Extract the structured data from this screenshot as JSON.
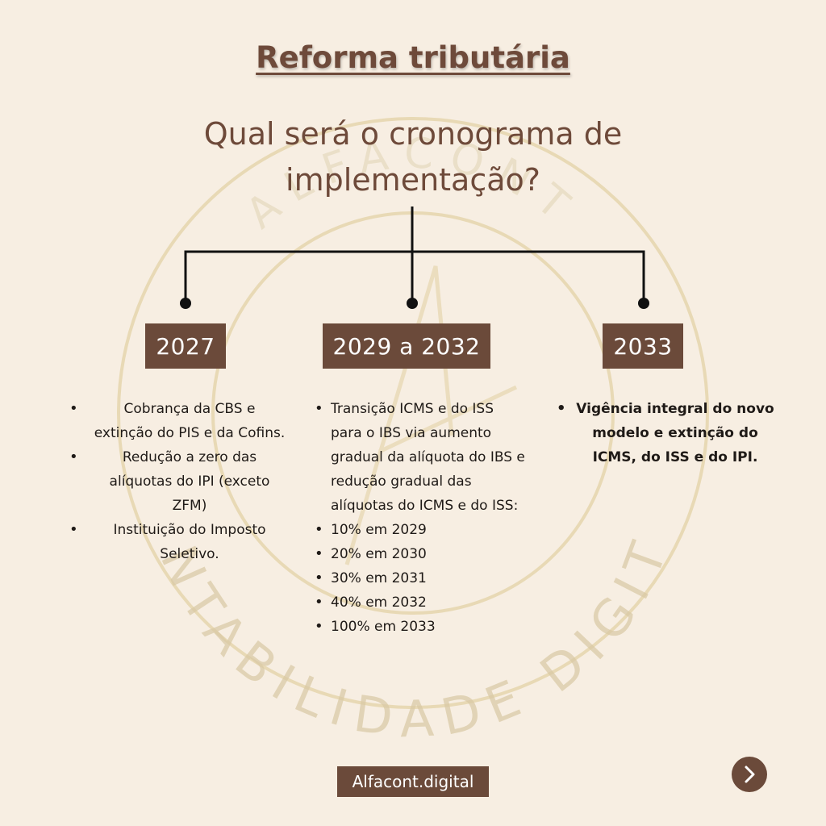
{
  "header": {
    "title": "Reforma tributária",
    "question": "Qual será o cronograma de implementação?"
  },
  "watermark": {
    "top_text": "ALFACONT",
    "bottom_text": "CONTABILIDADE DIGITAL"
  },
  "timeline": [
    {
      "label": "2027",
      "items": [
        "Cobrança da CBS e extinção do PIS e da Cofins.",
        "Redução a zero das alíquotas do IPI (exceto ZFM)",
        "Instituição do Imposto Seletivo."
      ]
    },
    {
      "label": "2029 a 2032",
      "items": [
        "Transição ICMS e do ISS para o IBS via aumento gradual da alíquota do IBS e redução gradual das alíquotas do ICMS e do ISS:",
        "10% em 2029",
        "20% em 2030",
        "30% em 2031",
        "40% em 2032",
        "100% em 2033"
      ]
    },
    {
      "label": "2033",
      "items": [
        "Vigência integral do novo modelo e extinção do ICMS, do ISS e do IPI."
      ]
    }
  ],
  "footer": {
    "brand": "Alfacont.digital"
  },
  "colors": {
    "background": "#f7eee2",
    "accent": "#6b4a3a",
    "title": "#6e4a3a",
    "watermark": "#d9c9a4"
  },
  "icons": {
    "next": "chevron-right-icon",
    "bullet": "•"
  }
}
